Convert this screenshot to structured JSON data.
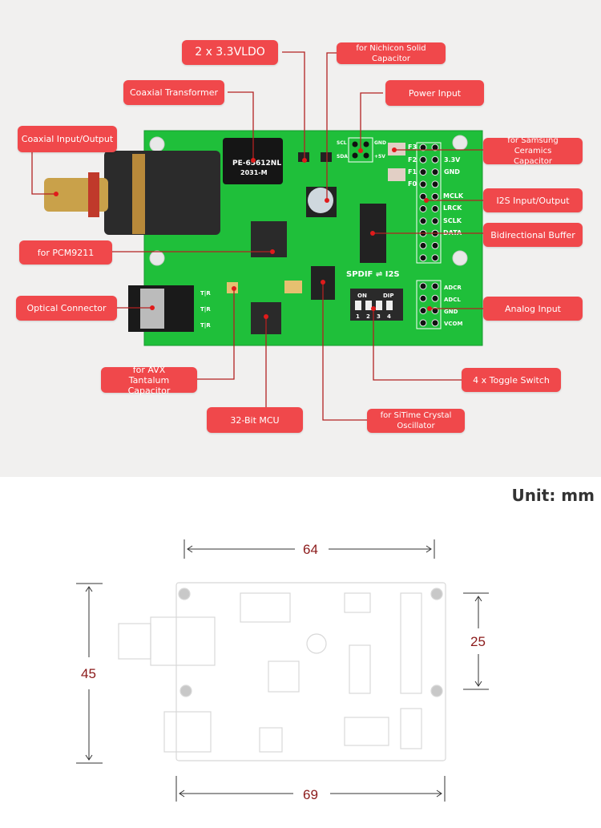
{
  "callouts": {
    "ldo": "2 x 3.3VLDO",
    "nichicon": "for Nichicon Solid Capacitor",
    "transformer": "Coaxial Transformer",
    "power": "Power Input",
    "coaxial": "Coaxial Input/Output",
    "samsung": "for Samsung Ceramics Capacitor",
    "i2s": "I2S Input/Output",
    "buffer": "Bidirectional Buffer",
    "pcm": "for PCM9211",
    "optical": "Optical Connector",
    "analog": "Analog Input",
    "avx": "for AVX Tantalum Capacitor",
    "toggle": "4 x Toggle Switch",
    "mcu": "32-Bit MCU",
    "sitime": "for SiTime Crystal Oscillator"
  },
  "board": {
    "transformer_text": [
      "PE-65612NL",
      "2031-M"
    ],
    "pins_top": [
      "SCL",
      "SDA",
      "GND",
      "+5V"
    ],
    "header_labels": [
      "3.3V",
      "GND",
      "MCLK",
      "LRCK",
      "SCLK",
      "DATA"
    ],
    "f_labels": [
      "F3",
      "F2",
      "F1",
      "F0"
    ],
    "analog_labels": [
      "ADCR",
      "ADCL",
      "GND",
      "VCOM"
    ],
    "mode_text": "SPDIF ⇌ I2S",
    "dip_text": [
      "ON",
      "DIP"
    ],
    "dip_numbers": [
      "1",
      "2",
      "3",
      "4"
    ],
    "optical_text": "T|R"
  },
  "unit_label": "Unit: mm",
  "dimensions": {
    "width_inner": "64",
    "height": "45",
    "header_height": "25",
    "width_total": "69"
  },
  "colors": {
    "callout": "#f0484b",
    "pcb": "#1fbf3a",
    "dimension": "#8b1a1a"
  }
}
